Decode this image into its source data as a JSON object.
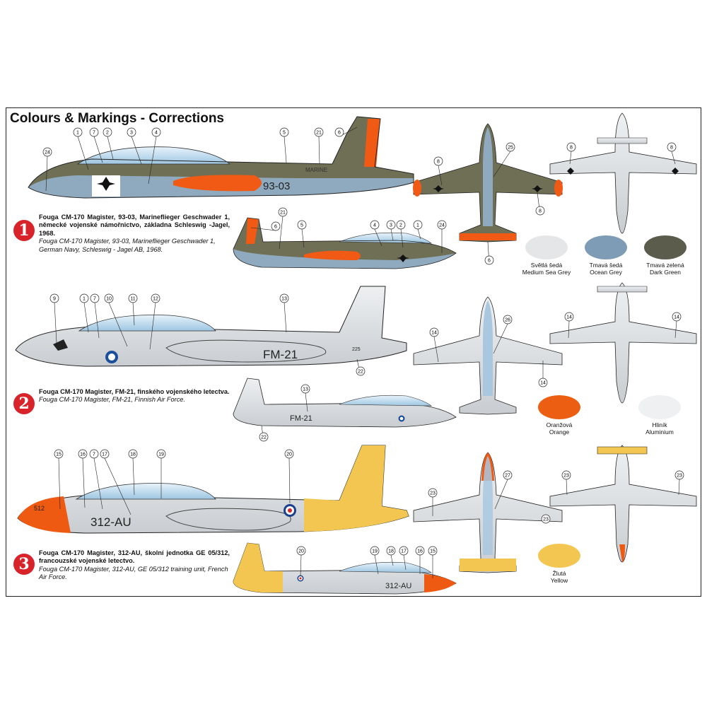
{
  "title": "Colours & Markings - Corrections",
  "schemes": [
    {
      "number": "1",
      "cz": "Fouga CM-170 Magister, 93-03, Marineflieger Geschwader 1, německé vojenské námořnictvo, základna Schleswig -Jagel, 1968.",
      "en": "Fouga CM-170 Magister, 93-03, Marineflieger Geschwader 1, German Navy, Schleswig - Jagel AB, 1968."
    },
    {
      "number": "2",
      "cz": "Fouga CM-170 Magister, FM-21, finského vojenského letectva.",
      "en": "Fouga CM-170 Magister, FM-21, Finnish Air Force."
    },
    {
      "number": "3",
      "cz": "Fouga CM-170 Magister, 312-AU, školní jednotka GE 05/312, francouzské vojenské letectvo.",
      "en": "Fouga CM-170 Magister, 312-AU, GE 05/312 training unit, French Air Force."
    }
  ],
  "swatches": [
    {
      "cz": "Světlá šedá",
      "en": "Medium Sea Grey",
      "color": "#e4e6e8"
    },
    {
      "cz": "Tmavá šedá",
      "en": "Ocean Grey",
      "color": "#7e9cb6"
    },
    {
      "cz": "Tmavá zelená",
      "en": "Dark Green",
      "color": "#5b5c4b"
    },
    {
      "cz": "Oranžová",
      "en": "Orange",
      "color": "#ec5f12"
    },
    {
      "cz": "Hliník",
      "en": "Aluminium",
      "color": "#eef0f2"
    },
    {
      "cz": "Žlutá",
      "en": "Yellow",
      "color": "#f2c650"
    }
  ],
  "aircraft_markings": {
    "a1": {
      "code": "93-03",
      "text": "MARINE"
    },
    "a2": {
      "code": "FM-21",
      "serial": "225"
    },
    "a3": {
      "code": "312-AU",
      "nose": "512"
    }
  },
  "callouts": {
    "s1_side": [
      "1",
      "7",
      "2",
      "3",
      "4",
      "5",
      "21",
      "6",
      "24"
    ],
    "s1_small": [
      "21",
      "6",
      "5",
      "4",
      "3",
      "2",
      "1",
      "24"
    ],
    "s1_plan": [
      "25",
      "8",
      "8",
      "6",
      "8",
      "8"
    ],
    "s2_side": [
      "9",
      "1",
      "7",
      "10",
      "11",
      "12",
      "13",
      "22"
    ],
    "s2_small": [
      "13",
      "22"
    ],
    "s2_plan": [
      "14",
      "26",
      "14",
      "14",
      "14"
    ],
    "s3_side": [
      "15",
      "16",
      "7",
      "17",
      "18",
      "19",
      "20"
    ],
    "s3_small": [
      "20",
      "19",
      "18",
      "17",
      "16",
      "15"
    ],
    "s3_plan": [
      "27",
      "23",
      "23",
      "23",
      "23"
    ]
  },
  "colors": {
    "badge": "#d8232a",
    "navy_green": "#6a6b4f",
    "navy_grey": "#8aa4bc",
    "silver": "#d9dcdf",
    "orange": "#ef5a13",
    "yellow": "#f2c650"
  }
}
